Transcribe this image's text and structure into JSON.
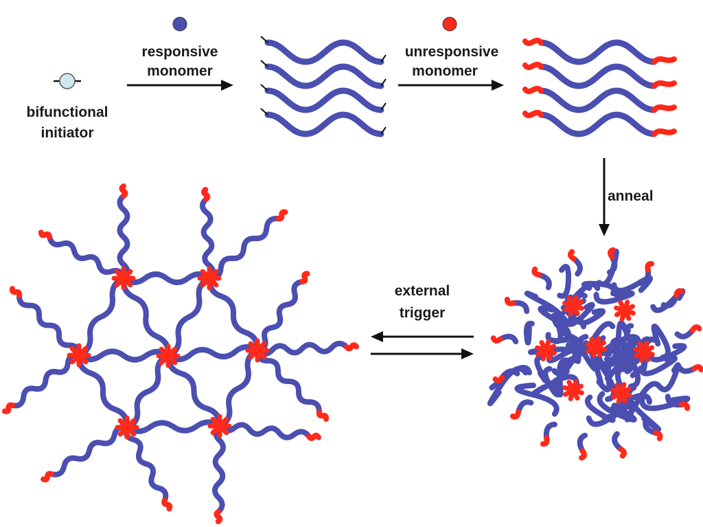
{
  "labels": {
    "initiator_line1": "bifunctional",
    "initiator_line2": "initiator",
    "responsive_line1": "responsive",
    "responsive_line2": "monomer",
    "unresponsive_line1": "unresponsive",
    "unresponsive_line2": "monomer",
    "anneal": "anneal",
    "trigger_line1": "external",
    "trigger_line2": "trigger"
  },
  "colors": {
    "responsive_block": "#4a4fb0",
    "unresponsive_block": "#ff2a1a",
    "initiator": "#cfe9ee",
    "arrows": "#111111"
  }
}
